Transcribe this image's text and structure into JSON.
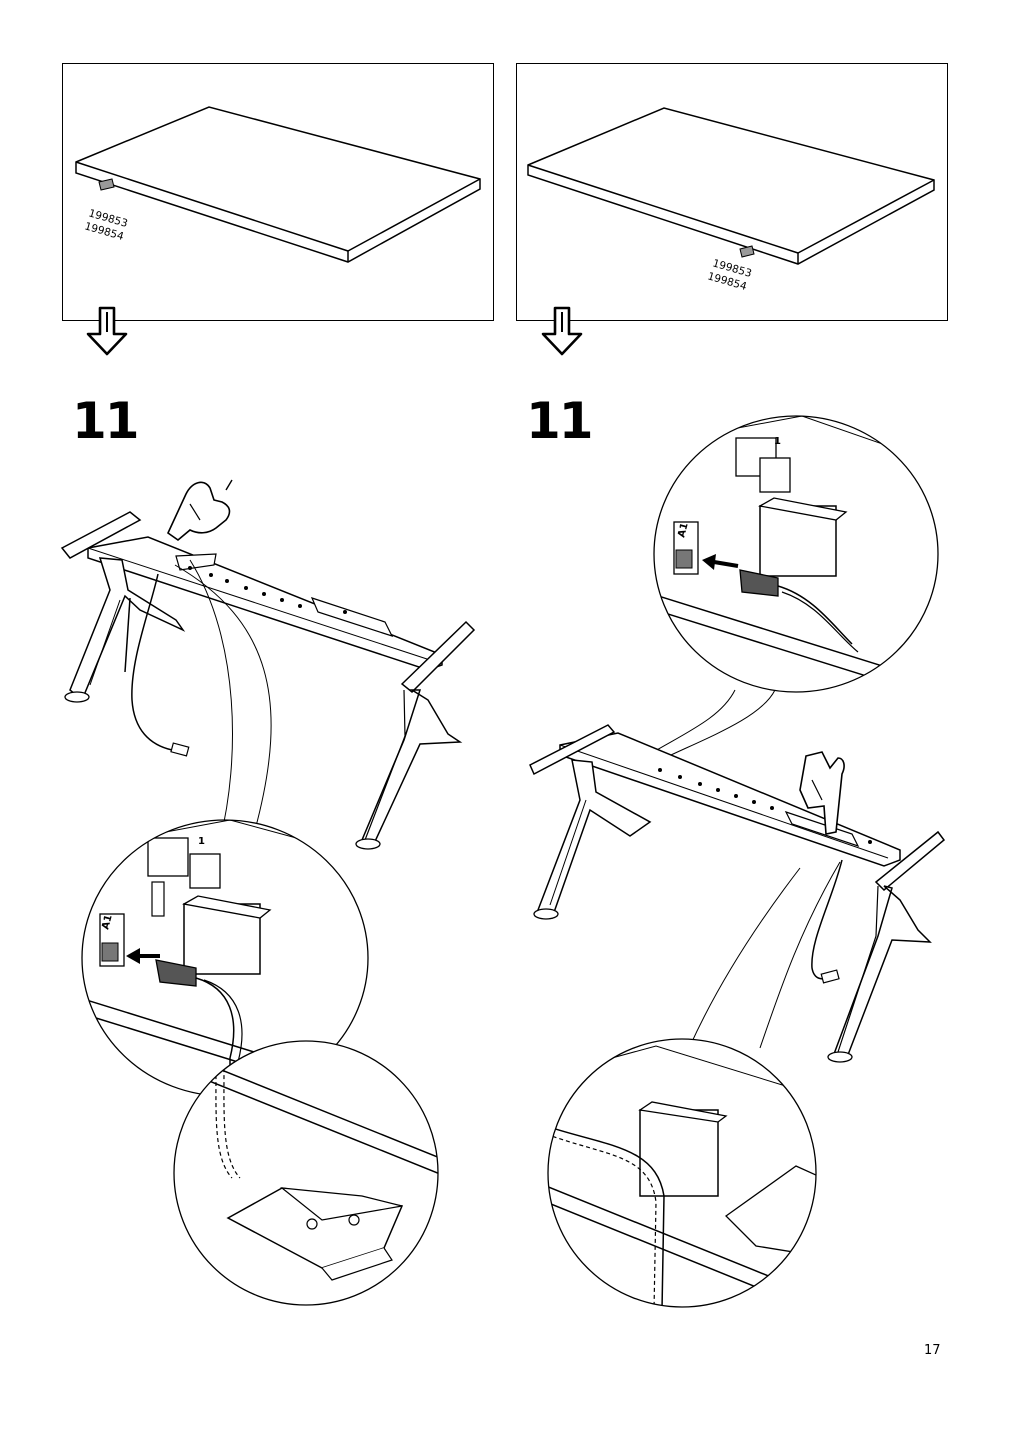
{
  "panels": [
    {
      "part_numbers": [
        "199853",
        "199854"
      ]
    },
    {
      "part_numbers": [
        "199853",
        "199854"
      ]
    }
  ],
  "steps": [
    {
      "number": "11",
      "connector_label": "A1",
      "port_label": "1"
    },
    {
      "number": "11",
      "connector_label": "A1",
      "port_label": "1"
    }
  ],
  "page_number": "17",
  "icons": [
    "down-arrow-icon",
    "hand-pointer-icon",
    "connector-arrow-icon"
  ]
}
